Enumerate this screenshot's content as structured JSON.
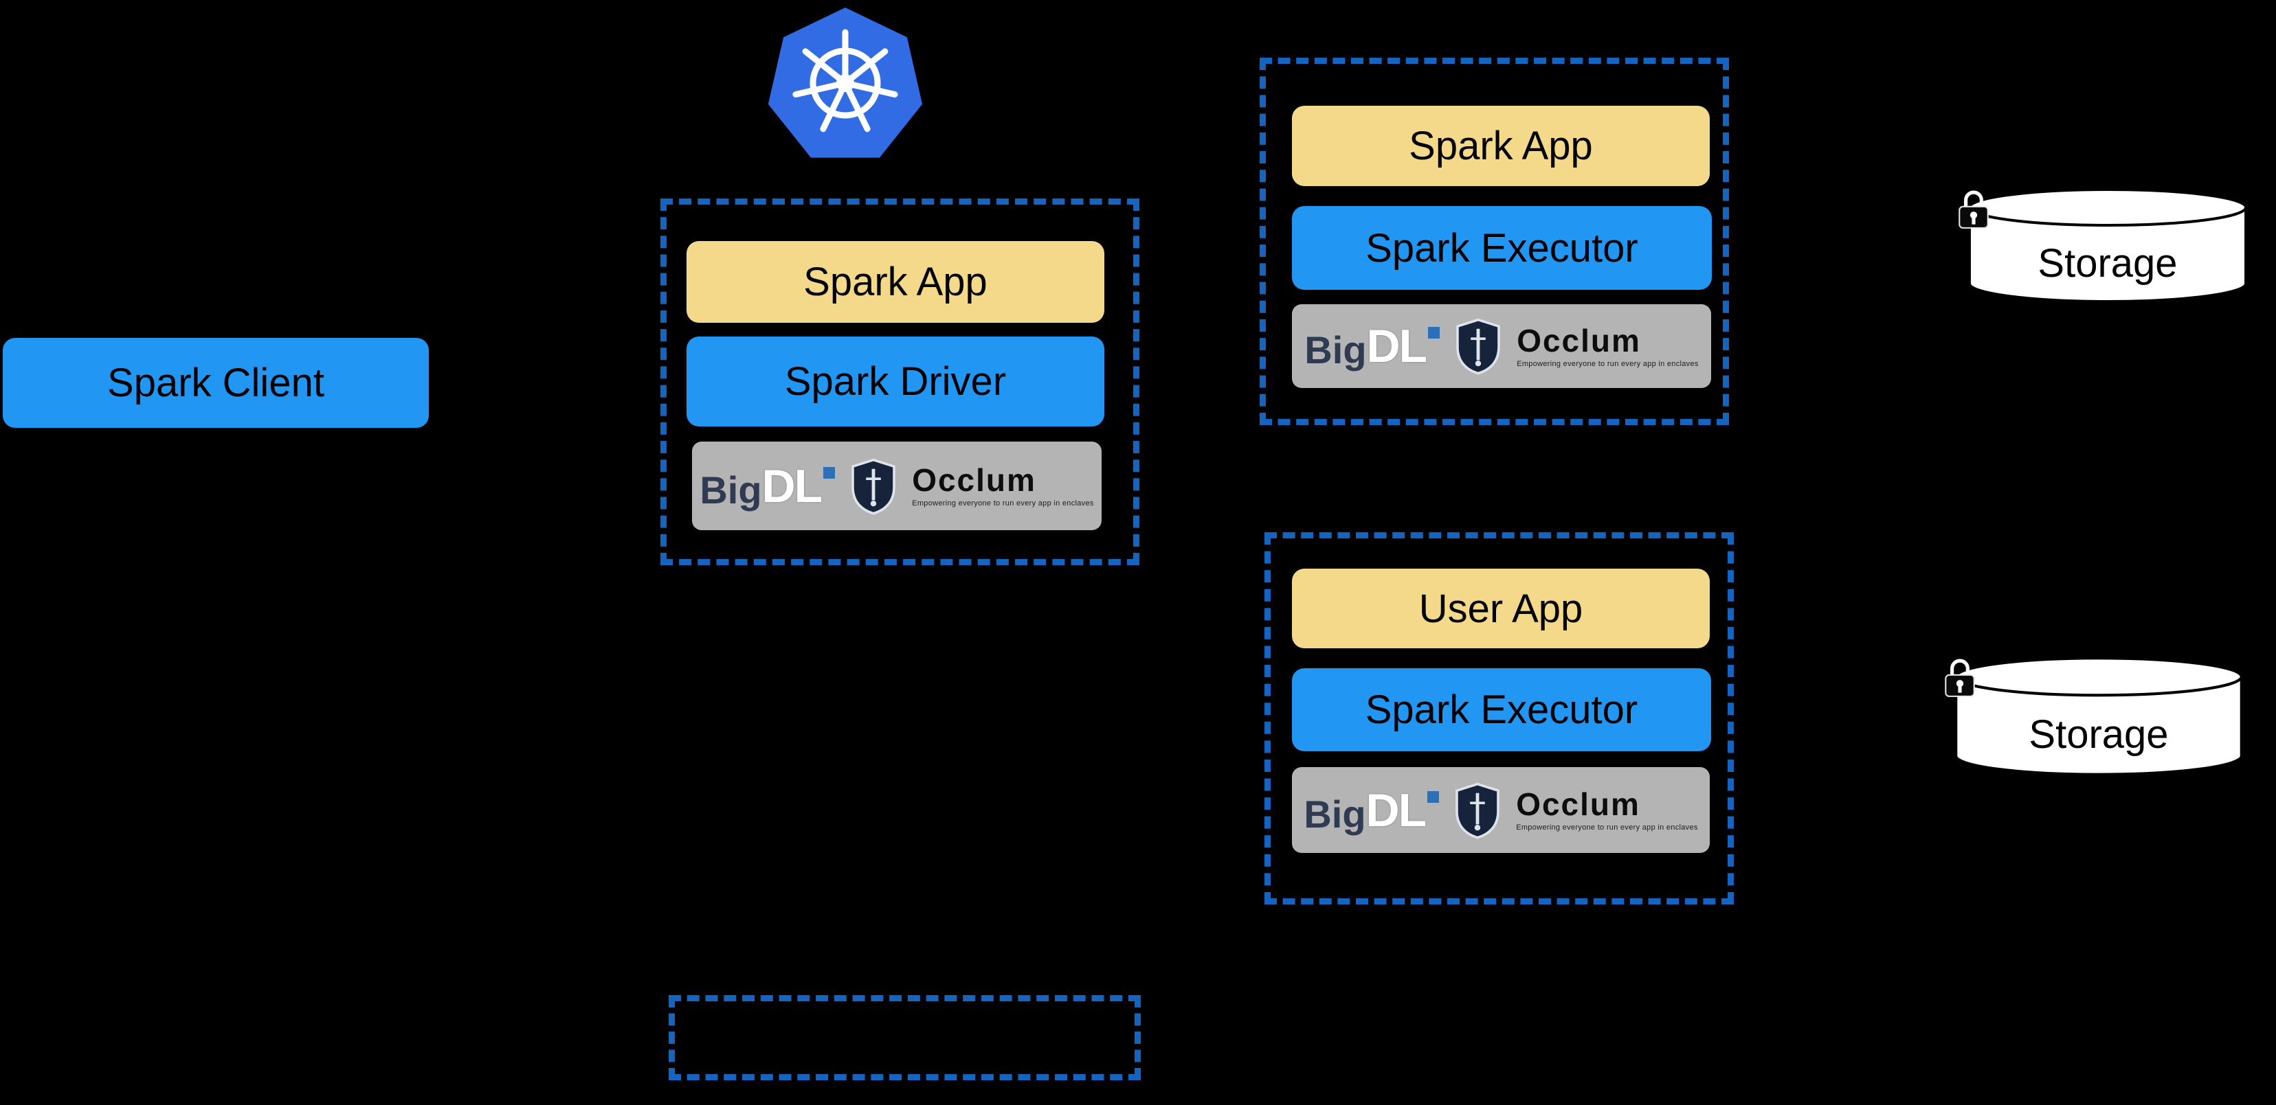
{
  "diagram": {
    "background": "#000000",
    "colors": {
      "blue_node": "#2196F3",
      "tan_node": "#F5D98B",
      "dashed_border": "#1565C0",
      "kubernetes_blue": "#326CE5",
      "badge_gray": "#B4B4B4",
      "storage_fill": "#FFFFFF"
    },
    "nodes": {
      "spark_client": "Spark Client",
      "driver_pod": {
        "app": "Spark App",
        "role": "Spark Driver"
      },
      "executor_pod_1": {
        "app": "Spark App",
        "role": "Spark Executor"
      },
      "executor_pod_2": {
        "app": "User App",
        "role": "Spark Executor"
      },
      "storage_1": "Storage",
      "storage_2": "Storage"
    },
    "logos": {
      "kubernetes_icon": "kubernetes-wheel",
      "bigdl_big": "Big",
      "bigdl_dl": "DL",
      "occlum_name": "Occlum",
      "occlum_tagline": "Empowering everyone to run every app in enclaves"
    }
  }
}
